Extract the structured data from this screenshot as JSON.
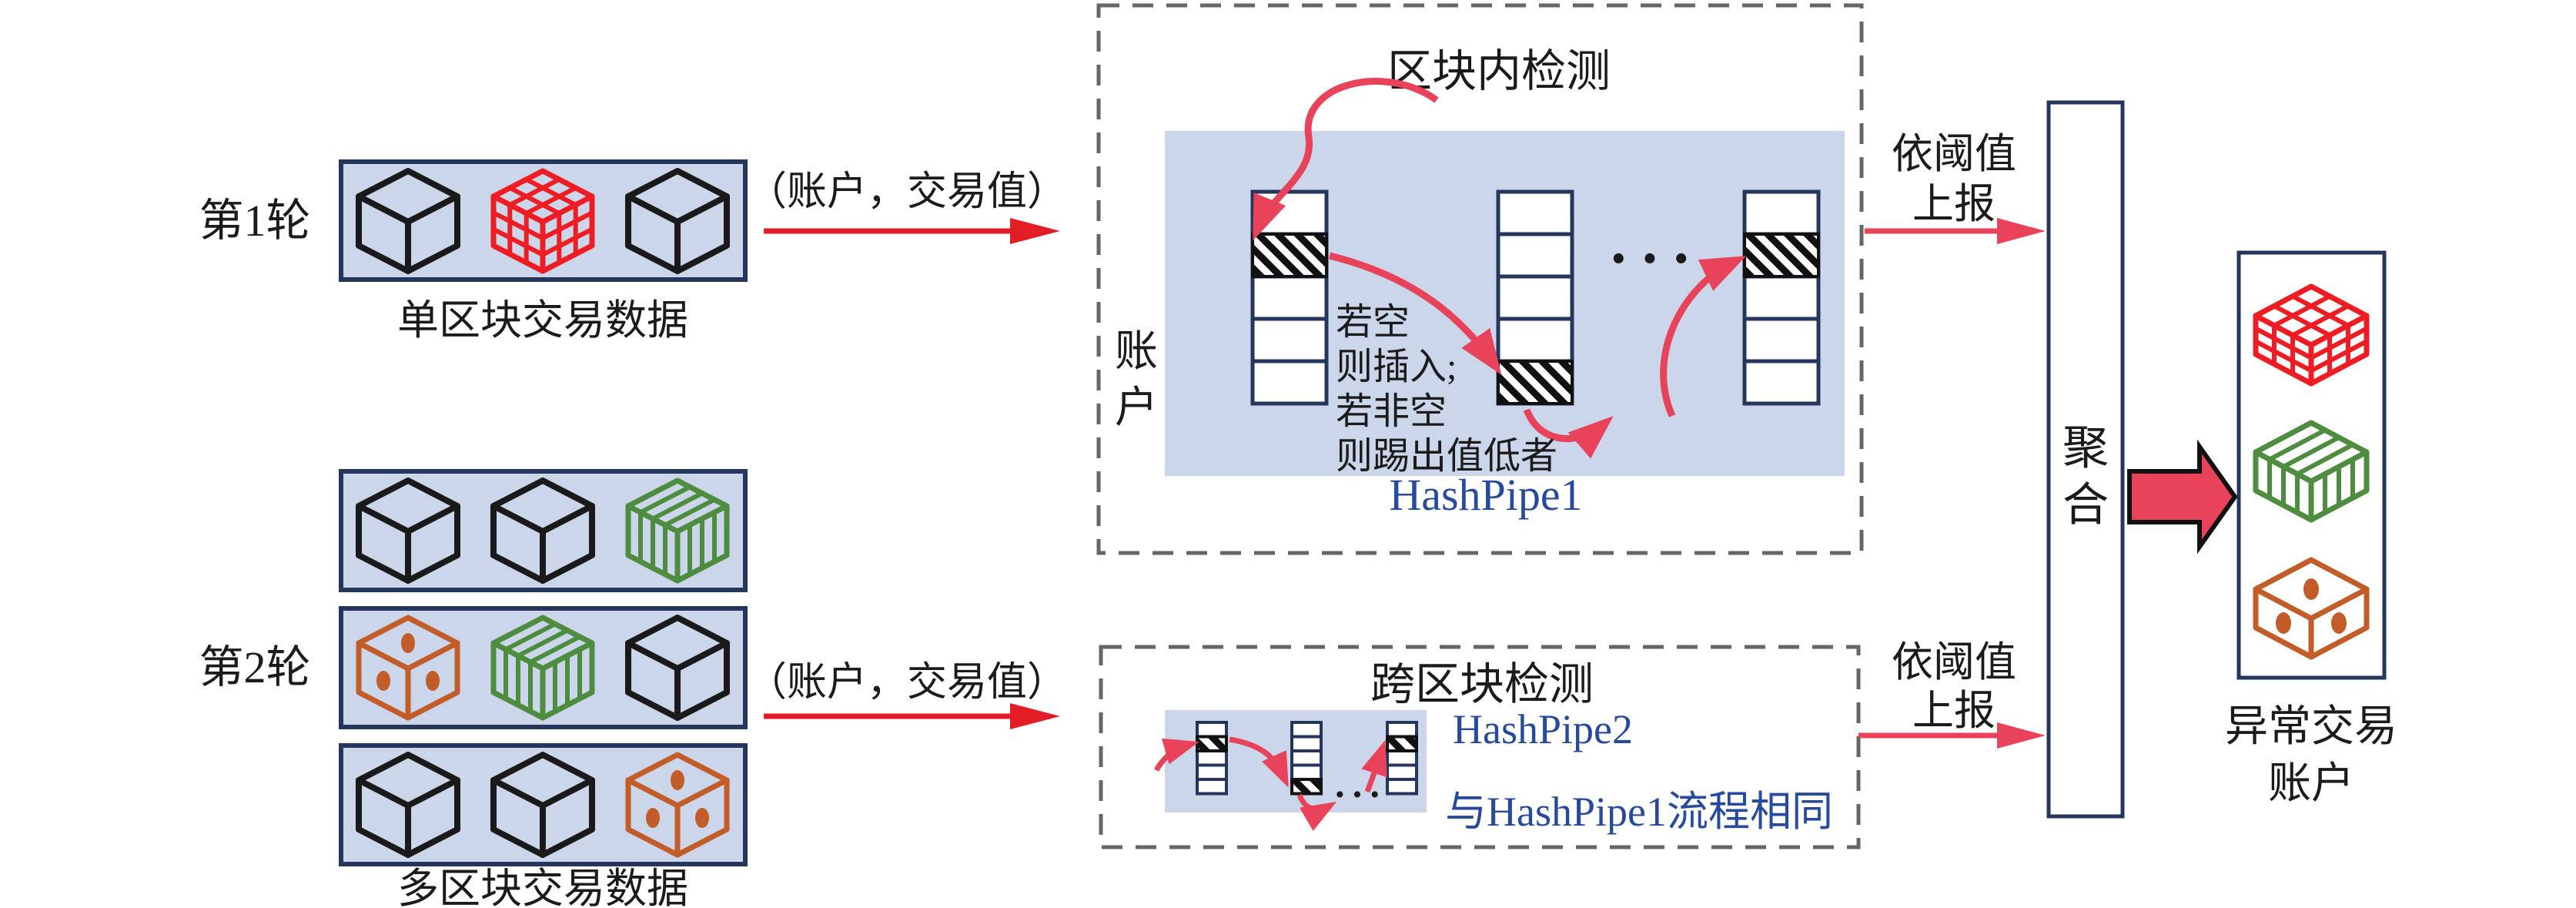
{
  "colors": {
    "panel_fill": "#ccd6ea",
    "panel_border": "#24365c",
    "dashed_border": "#666666",
    "arrow_red": "#e21d25",
    "arrow_crimson": "#e8435a",
    "cube_black": "#1a1a1a",
    "cube_red": "#ee1d23",
    "cube_green": "#4e8c3f",
    "cube_orange": "#c25c28",
    "pipe_text_blue": "#274a9d",
    "text_dark": "#1b1b1b"
  },
  "rounds": {
    "r1": {
      "label": "第1轮",
      "caption": "单区块交易数据"
    },
    "r2": {
      "label": "第2轮",
      "caption": "多区块交易数据"
    }
  },
  "tuple_label": "（账户，交易值）",
  "intra": {
    "title": "区块内检测",
    "account_label": "账户",
    "rule_lines": [
      "若空",
      "则插入;",
      "若非空",
      "则踢出值低者"
    ],
    "pipe_name": "HashPipe1",
    "ellipsis": "···"
  },
  "cross": {
    "title": "跨区块检测",
    "pipe_name": "HashPipe2",
    "note": "与HashPipe1流程相同",
    "ellipsis": "···"
  },
  "report_label": {
    "line1": "依阈值",
    "line2": "上报"
  },
  "aggregate": {
    "label": "聚合"
  },
  "output": {
    "caption_line1": "异常交易",
    "caption_line2": "账户"
  }
}
